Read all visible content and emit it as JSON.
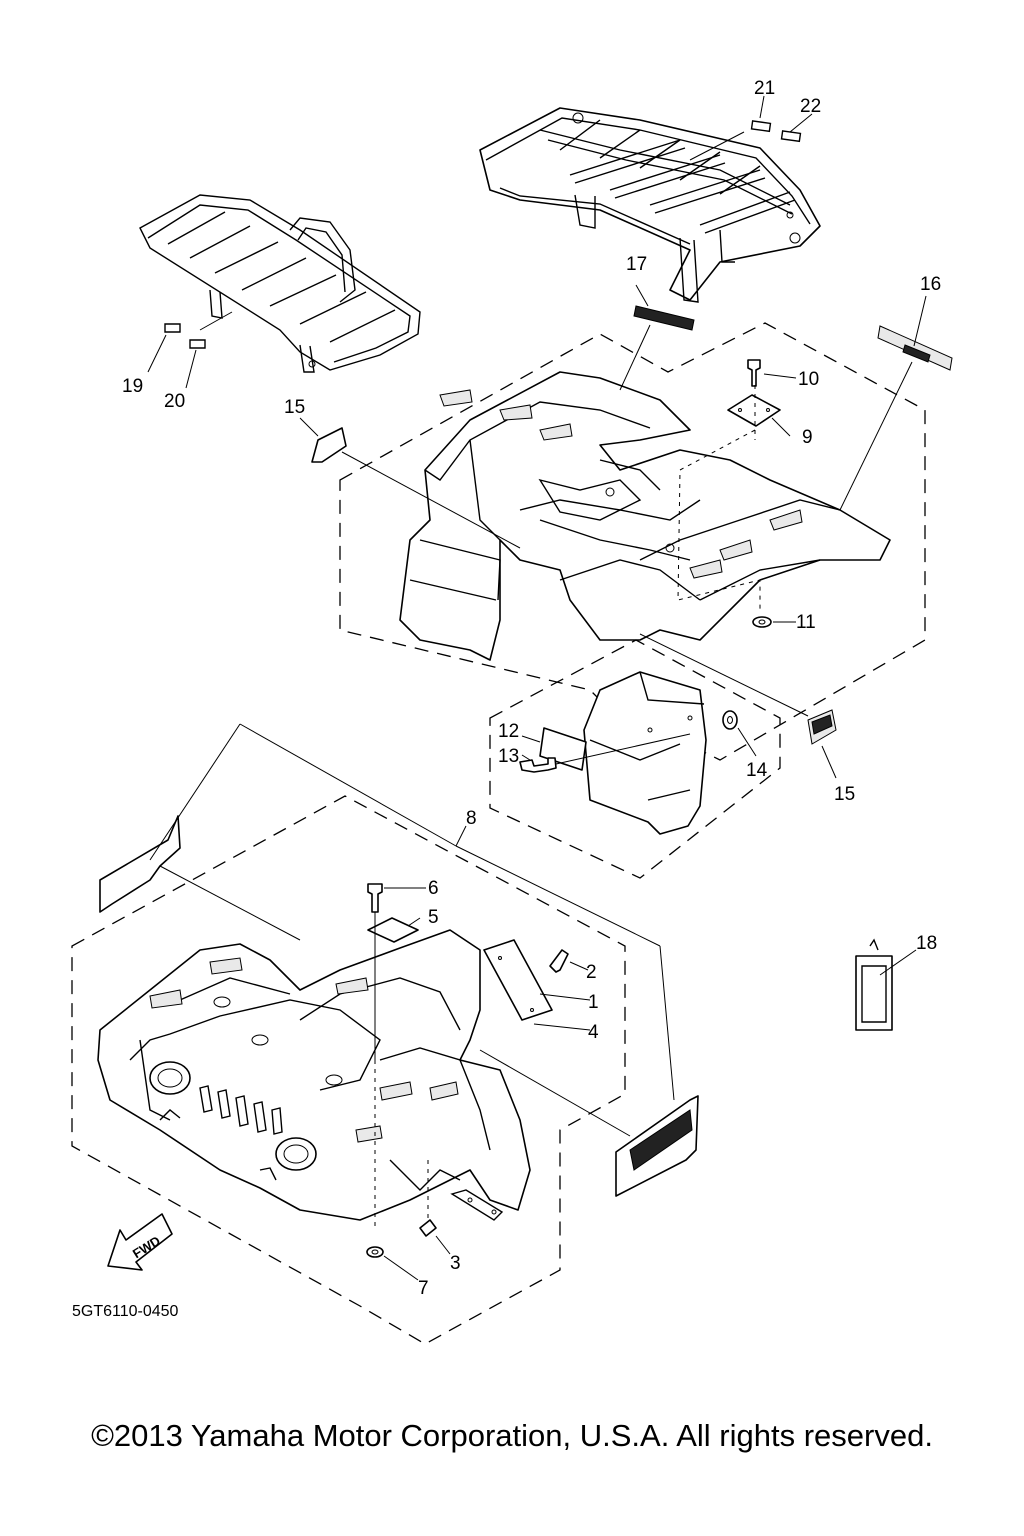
{
  "diagram": {
    "drawing_code": "5GT6110-0450",
    "fwd_label": "FWD",
    "callouts": {
      "c1": "1",
      "c2": "2",
      "c3": "3",
      "c4": "4",
      "c5": "5",
      "c6": "6",
      "c7": "7",
      "c8": "8",
      "c9": "9",
      "c10": "10",
      "c11": "11",
      "c12": "12",
      "c13": "13",
      "c14": "14",
      "c15a": "15",
      "c15b": "15",
      "c16": "16",
      "c17": "17",
      "c18": "18",
      "c19": "19",
      "c20": "20",
      "c21": "21",
      "c22": "22"
    }
  },
  "footer": {
    "copyright": "©2013 Yamaha Motor Corporation, U.S.A. All rights reserved."
  }
}
